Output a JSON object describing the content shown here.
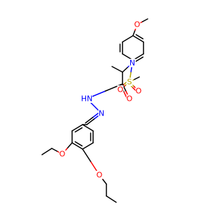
{
  "colors": {
    "bond": "#000000",
    "oxygen": "#ff0000",
    "nitrogen": "#0000ff",
    "sulfur": "#b3a100",
    "background": "#ffffff"
  },
  "atom_labels": {
    "o_methoxy": "O",
    "n_sulfonamide": "N",
    "s_sulfonyl": "S",
    "o_sulfonyl_left": "O",
    "o_sulfonyl_bottom": "O",
    "o_carbonyl": "O",
    "nh_hydrazide": "HN",
    "n_imine": "N",
    "o_ethoxy": "O",
    "o_propoxy": "O"
  }
}
